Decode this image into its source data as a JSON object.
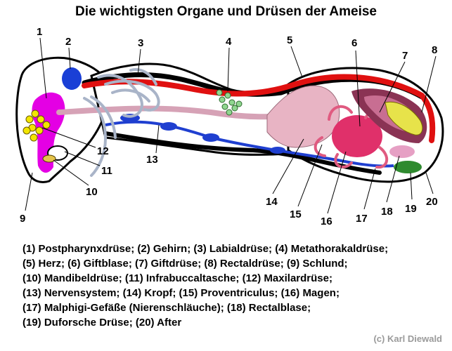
{
  "title": "Die wichtigsten Organe und Drüsen der Ameise",
  "labels": [
    "1",
    "2",
    "3",
    "4",
    "5",
    "6",
    "7",
    "8",
    "9",
    "10",
    "11",
    "12",
    "13",
    "14",
    "15",
    "16",
    "17",
    "18",
    "19",
    "20"
  ],
  "legend": [
    "(1) Postpharynxdrüse; (2) Gehirn; (3) Labialdrüse; (4) Metathorakaldrüse;",
    "(5) Herz; (6) Giftblase; (7) Giftdrüse; (8) Rectaldrüse; (9) Schlund;",
    "(10) Mandibeldrüse; (11) Infrabuccaltasche; (12) Maxilardrüse;",
    "(13) Nervensystem; (14) Kropf; (15) Proventriculus; (16) Magen;",
    "(17) Malphigi-Gefäße (Nierenschläuche); (18) Rectalblase;",
    "(19) Duforsche Drüse; (20) After"
  ],
  "credit": "(c) Karl Diewald",
  "colors": {
    "outline": "#000000",
    "pharynx": "#e400e4",
    "brain": "#1a3fd6",
    "heart": "#e01010",
    "crop": "#e8b4c4",
    "stomach": "#e0306a",
    "gland_yellow": "#f2e600",
    "gland_green": "#2f8a2f",
    "nerve": "#1f3fd0",
    "tubes": "#a9b4c8"
  }
}
